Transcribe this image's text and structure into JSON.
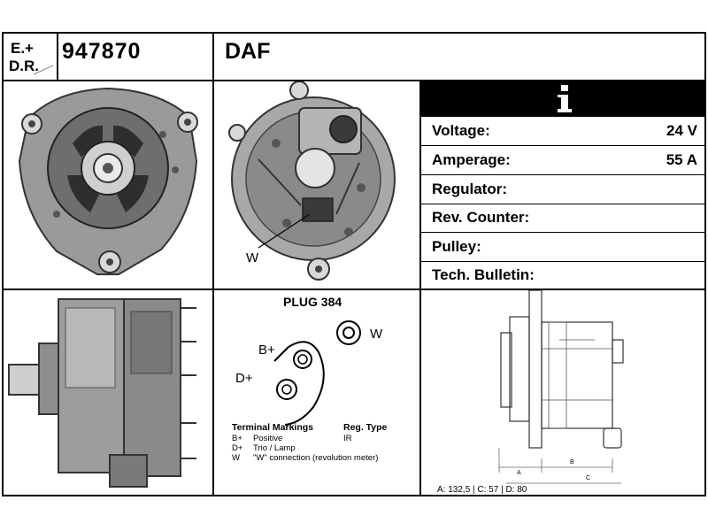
{
  "header": {
    "logo_top": "E.+",
    "logo_bottom": "D.R.",
    "part_number": "947870",
    "manufacturer": "DAF"
  },
  "info": {
    "icon": "info-icon",
    "specs": [
      {
        "label": "Voltage:",
        "value": "24 V"
      },
      {
        "label": "Amperage:",
        "value": "55 A"
      },
      {
        "label": "Regulator:",
        "value": ""
      },
      {
        "label": "Rev. Counter:",
        "value": ""
      },
      {
        "label": "Pulley:",
        "value": ""
      },
      {
        "label": "Tech. Bulletin:",
        "value": ""
      }
    ]
  },
  "rear_view": {
    "terminal_label": "W"
  },
  "plug": {
    "title": "PLUG 384",
    "label_b": "B+",
    "label_d": "D+",
    "label_w": "W",
    "markings_title": "Terminal Markings",
    "reg_type_title": "Reg. Type",
    "reg_type_value": "IR",
    "markings": [
      {
        "code": "B+",
        "desc": "Positive"
      },
      {
        "code": "D+",
        "desc": "Trio / Lamp"
      },
      {
        "code": "W",
        "desc": "\"W\" connection (revolution meter)"
      }
    ]
  },
  "dimensions": {
    "label_a": "A",
    "label_b": "B",
    "label_c": "C",
    "summary": "A: 132,5 | C: 57 | D: 80"
  }
}
